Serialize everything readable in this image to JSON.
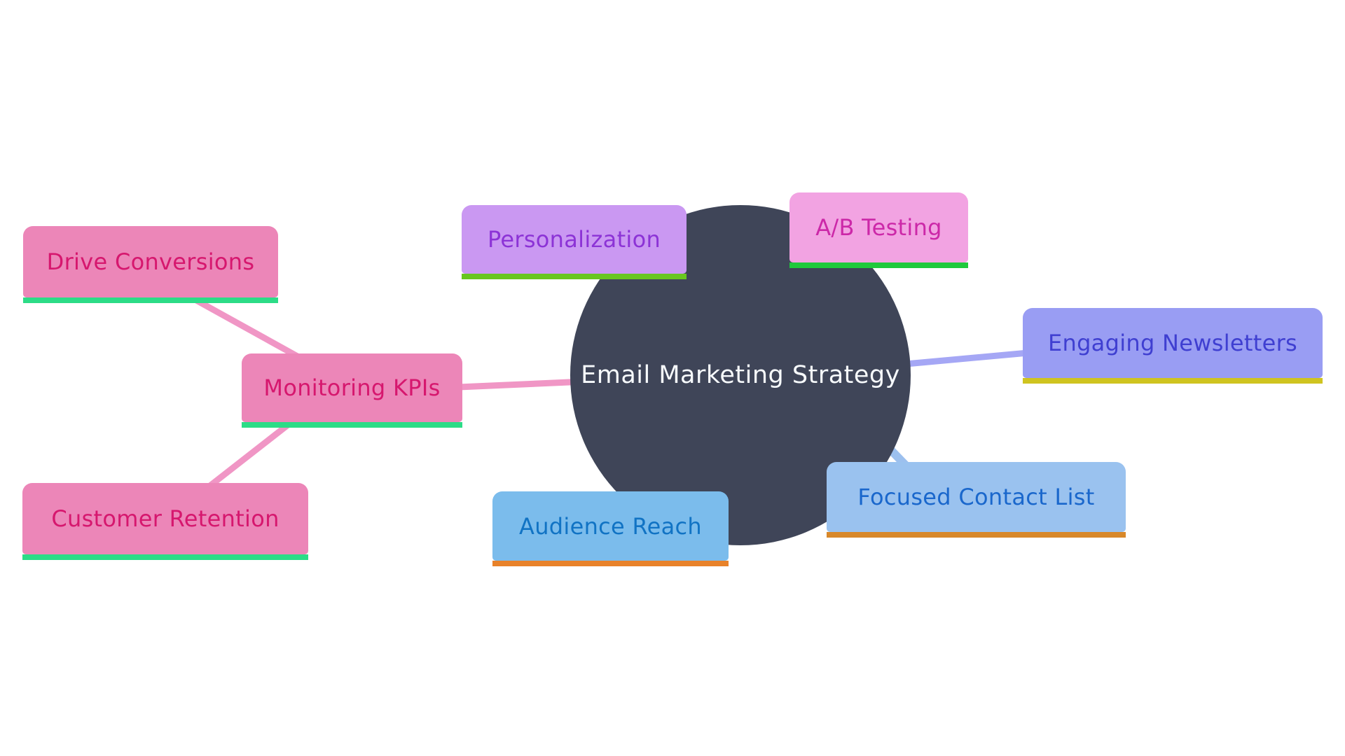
{
  "diagram": {
    "title": "Email Marketing Strategy mind map",
    "center": {
      "label": "Email Marketing Strategy",
      "fill": "#3f4558",
      "text_color": "#f7fafc"
    },
    "nodes": [
      {
        "id": "personalization",
        "label": "Personalization",
        "bg": "#ca98f2",
        "text": "#8c33d6",
        "underline": "#68c61f"
      },
      {
        "id": "ab-testing",
        "label": "A/B Testing",
        "bg": "#f2a3e2",
        "text": "#cc28a8",
        "underline": "#1fc93c"
      },
      {
        "id": "engaging-newsletters",
        "label": "Engaging Newsletters",
        "bg": "#999df3",
        "text": "#3f3fd1",
        "underline": "#cfc420"
      },
      {
        "id": "focused-contact-list",
        "label": "Focused Contact List",
        "bg": "#9ac2ef",
        "text": "#1a67cc",
        "underline": "#d8882a"
      },
      {
        "id": "audience-reach",
        "label": "Audience Reach",
        "bg": "#7bbcec",
        "text": "#1173c4",
        "underline": "#e8822a"
      },
      {
        "id": "monitoring-kpis",
        "label": "Monitoring KPIs",
        "bg": "#ec86b8",
        "text": "#d6176e",
        "underline": "#2cdc87"
      },
      {
        "id": "drive-conversions",
        "label": "Drive Conversions",
        "bg": "#ec86b8",
        "text": "#d6176e",
        "underline": "#2cdc87"
      },
      {
        "id": "customer-retention",
        "label": "Customer Retention",
        "bg": "#ec86b8",
        "text": "#d6176e",
        "underline": "#2cdc87"
      }
    ],
    "connections": [
      {
        "from": "monitoring-kpis",
        "to": "central",
        "color": "pink"
      },
      {
        "from": "drive-conversions",
        "to": "monitoring-kpis",
        "color": "pink"
      },
      {
        "from": "customer-retention",
        "to": "monitoring-kpis",
        "color": "pink"
      },
      {
        "from": "central",
        "to": "engaging-newsletters",
        "color": "periwinkle"
      },
      {
        "from": "central",
        "to": "focused-contact-list",
        "color": "blue"
      }
    ],
    "connector_colors": {
      "pink": "#f096c5",
      "periwinkle": "#a5a7f5",
      "blue": "#9cc0ee"
    }
  }
}
